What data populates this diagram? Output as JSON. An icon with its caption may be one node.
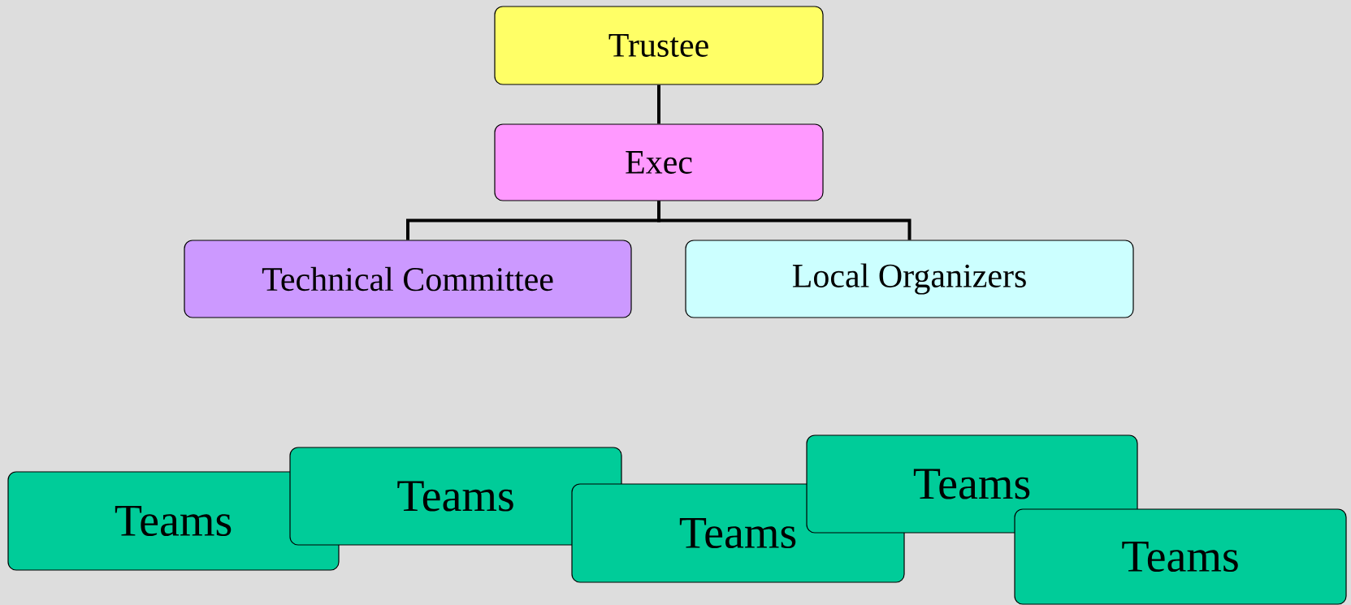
{
  "diagram": {
    "nodes": [
      {
        "text": [
          "Trustee"
        ]
      },
      {
        "text": [
          "Exec"
        ]
      },
      {
        "text": [
          "Technical Committee"
        ]
      },
      {
        "text": [
          "Local Organizers"
        ]
      },
      {
        "text": [
          "Teams"
        ]
      },
      {
        "text": [
          "Teams"
        ]
      },
      {
        "text": [
          "Teams"
        ]
      },
      {
        "text": [
          "Teams"
        ]
      },
      {
        "text": [
          "Teams"
        ]
      }
    ],
    "edges": [
      {
        "from": 0,
        "to": 1,
        "arrow": "none"
      },
      {
        "from": 1,
        "to": 2,
        "arrow": "none"
      },
      {
        "from": 1,
        "to": 3,
        "arrow": "none"
      }
    ]
  }
}
